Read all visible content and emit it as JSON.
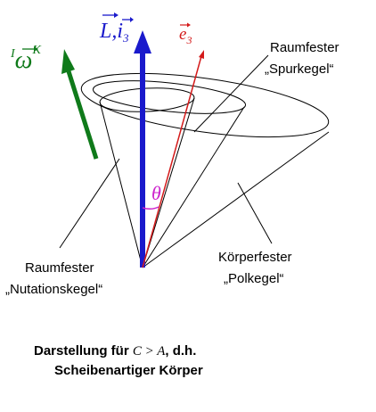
{
  "diagram": {
    "vectors": {
      "angular_momentum": {
        "label_main": "L",
        "label_sep": ",",
        "label_second": "i",
        "label_second_sub": "3",
        "color": "#1a1acc"
      },
      "angular_velocity": {
        "label_pre": "I",
        "label_main": "ω",
        "label_post": "K",
        "color": "#0f7a1a"
      },
      "body_axis": {
        "label_main": "e",
        "label_sub": "3",
        "color": "#d41a1a"
      }
    },
    "angle": {
      "symbol": "θ",
      "color": "#cc22cc"
    },
    "labels": {
      "spurkegel_line1": "Raumfester",
      "spurkegel_line2": "„Spurkegel“",
      "polkegel_line1": "Körperfester",
      "polkegel_line2": "„Polkegel“",
      "nutationskegel_line1": "Raumfester",
      "nutationskegel_line2": "„Nutationskegel“"
    },
    "caption": {
      "line1_text": "Darstellung für ",
      "line1_math": "C > A",
      "line1_end": ", d.h.",
      "line2": "Scheibenartiger Körper"
    }
  }
}
